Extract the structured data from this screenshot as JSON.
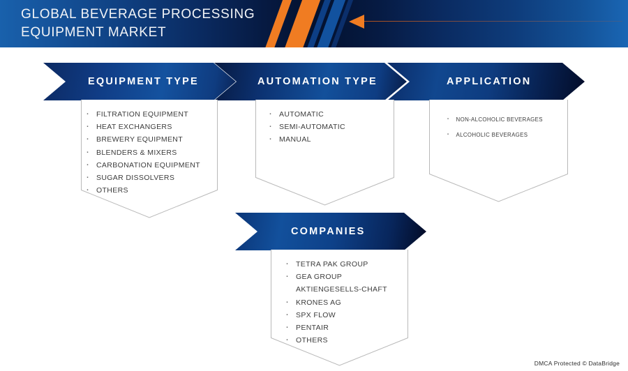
{
  "header": {
    "title": "GLOBAL BEVERAGE PROCESSING\nEQUIPMENT MARKET",
    "accent_orange": "#f07c22",
    "brand_blue": "#14529f",
    "navy": "#03112e"
  },
  "sections": [
    {
      "id": "equipment-type",
      "banner_label": "EQUIPMENT TYPE",
      "items": [
        "FILTRATION EQUIPMENT",
        "HEAT EXCHANGERS",
        "BREWERY EQUIPMENT",
        "BLENDERS & MIXERS",
        "CARBONATION EQUIPMENT",
        "SUGAR DISSOLVERS",
        "OTHERS"
      ]
    },
    {
      "id": "automation-type",
      "banner_label": "AUTOMATION TYPE",
      "items": [
        "AUTOMATIC",
        "SEMI-AUTOMATIC",
        "MANUAL"
      ]
    },
    {
      "id": "application",
      "banner_label": "APPLICATION",
      "items": [
        "NON-ALCOHOLIC BEVERAGES",
        "ALCOHOLIC BEVERAGES"
      ]
    },
    {
      "id": "companies",
      "banner_label": "COMPANIES",
      "items": [
        "TETRA PAK GROUP",
        "GEA GROUP AKTIENGESELLS-CHAFT",
        "KRONES AG",
        "SPX FLOW",
        "PENTAIR",
        "OTHERS"
      ]
    }
  ],
  "footer": {
    "text": "DMCA Protected © DataBridge"
  }
}
